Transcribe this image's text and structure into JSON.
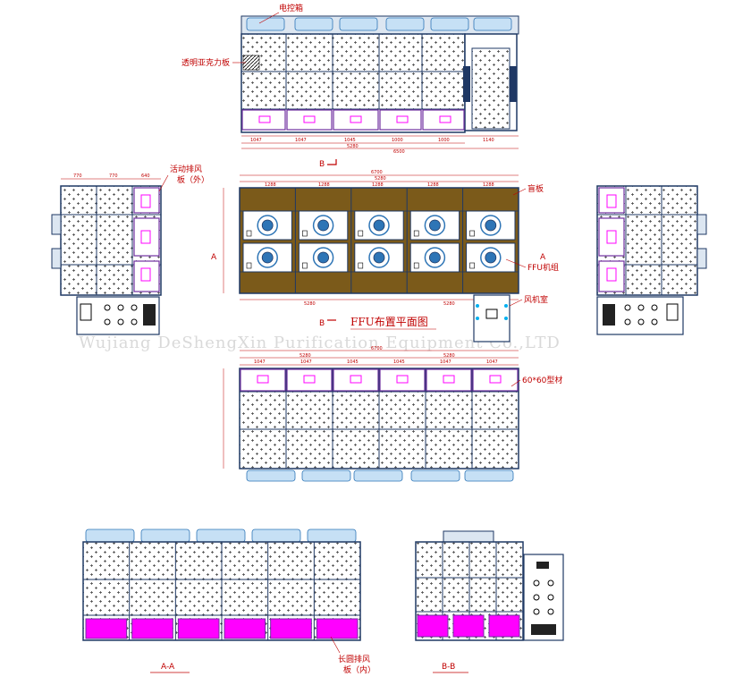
{
  "labels": {
    "electrical_box": "电控箱",
    "acrylic_panel": "透明亚克力板",
    "movable_exhaust_panel": "活动排风",
    "movable_exhaust_panel_2": "板（外）",
    "top_plate": "盲板",
    "ffu_unit": "FFU机组",
    "fan_chamber": "风机室",
    "profile": "60*60型材",
    "long_exhaust_panel": "长圆排风",
    "long_exhaust_panel_2": "板（内）",
    "ffu_layout_title": "FFU布置平面图",
    "section_aa": "A-A",
    "section_bb": "B-B",
    "marker_a": "A",
    "marker_b": "B"
  },
  "watermark": "Wujiang DeShengXin Purification Equipment Co.,LTD",
  "dimensions": {
    "top_cols": [
      "1047",
      "1047",
      "1045",
      "1000",
      "1000",
      "1140"
    ],
    "top_total_a": "5280",
    "top_total_b": "6500",
    "side_cols": [
      "770",
      "770",
      "640"
    ],
    "plan_cols": [
      "1288",
      "1288",
      "1288",
      "1288",
      "1288"
    ],
    "plan_total": "6700",
    "plan_sub": "5280",
    "plan_bottom_a": "5280",
    "plan_bottom_b": "5280",
    "front_cols": [
      "1047",
      "1047",
      "1045",
      "1045",
      "1047",
      "1047"
    ],
    "front_total": "6700",
    "front_sub": "5280"
  },
  "colors": {
    "frame": "#1f3864",
    "panel_magenta": "#ff00ff",
    "panel_border": "#7030a0",
    "brown": "#7b5a1a",
    "annotation": "#c00000",
    "ffu_teal": "#2e75b6"
  }
}
